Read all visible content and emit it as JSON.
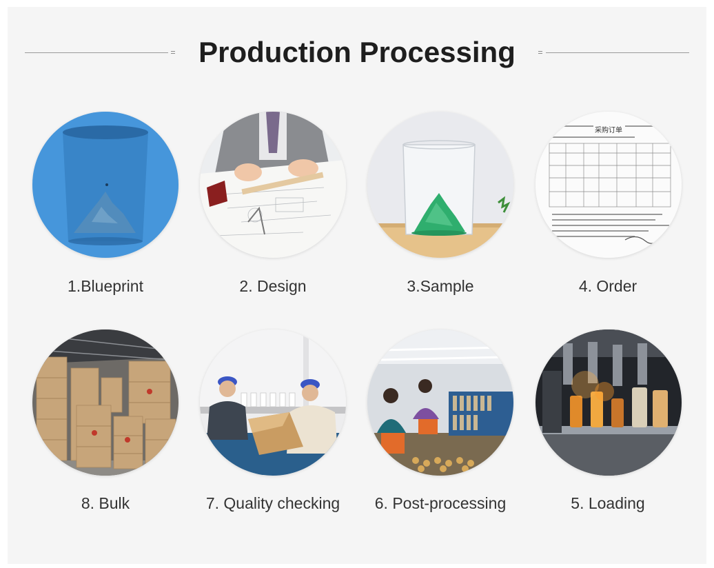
{
  "heading": "Production Processing",
  "steps": {
    "blueprint": "1.Blueprint",
    "design": "2. Design",
    "sample": "3.Sample",
    "order": "4. Order",
    "bulk": "8. Bulk",
    "quality": "7. Quality checking",
    "post": "6. Post-processing",
    "loading": "5. Loading"
  },
  "colors": {
    "title": "#1e1e1e",
    "label": "#333333",
    "panel": "#f5f5f5",
    "blueprint_bg": "#3d8fd6",
    "glass_green": "#2fae6e"
  },
  "order_doc": {
    "heading": "采购订单"
  }
}
